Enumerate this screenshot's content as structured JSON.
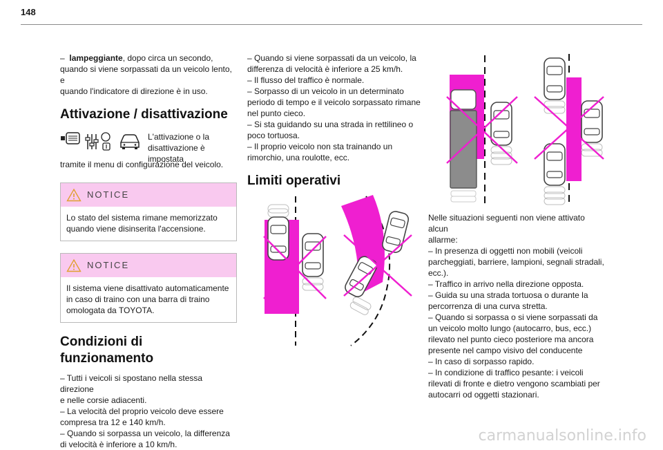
{
  "page": {
    "number": "148",
    "watermark": "carmanualsonline.info"
  },
  "col1": {
    "intro_dash": "–",
    "intro_bold": "lampeggiante",
    "intro_rest": ", dopo circa un secondo,",
    "intro_line2": "quando si viene sorpassati da un veicolo lento, e",
    "intro_line3": "quando l'indicatore di direzione è in uso.",
    "activation_title": "Attivazione / disattivazione",
    "activation_side_1": "L'attivazione o la",
    "activation_side_2": "disattivazione è impostata",
    "activation_line3": "tramite il menu di configurazione del veicolo.",
    "notice1_title": "NOTICE",
    "notice1_line1": "Lo stato del sistema rimane memorizzato",
    "notice1_line2": "quando viene disinserita l'accensione.",
    "notice2_title": "NOTICE",
    "notice2_line1": "Il sistema viene disattivato automaticamente",
    "notice2_line2": "in caso di traino con una barra di traino",
    "notice2_line3": "omologata da TOYOTA.",
    "conditions_title_1": "Condizioni di",
    "conditions_title_2": "funzionamento",
    "conditions_lines": [
      "–  Tutti i veicoli si spostano nella stessa direzione",
      "e nelle corsie adiacenti.",
      "–  La velocità del proprio veicolo deve essere",
      "compresa tra 12 e 140 km/h.",
      "–  Quando si sorpassa un veicolo, la differenza",
      "di velocità è inferiore a 10 km/h."
    ]
  },
  "col2": {
    "lines": [
      "–  Quando si viene sorpassati da un veicolo, la",
      "differenza di velocità è inferiore a 25 km/h.",
      "–  Il flusso del traffico è normale.",
      "–  Sorpasso di un veicolo in un determinato",
      "periodo di tempo e il veicolo sorpassato rimane",
      "nel punto cieco.",
      "–  Si sta guidando su una strada in rettilineo o",
      "poco tortuosa.",
      "–  Il proprio veicolo non sta trainando un",
      "rimorchio, una roulotte, ecc."
    ],
    "limits_title": "Limiti operativi"
  },
  "col3": {
    "lines": [
      "Nelle situazioni seguenti non viene attivato alcun",
      "allarme:",
      "–  In presenza di oggetti non mobili (veicoli",
      "parcheggiati, barriere, lampioni, segnali stradali,",
      "ecc.).",
      "–  Traffico in arrivo nella direzione opposta.",
      "–  Guida su una strada tortuosa o durante la",
      "percorrenza di una curva stretta.",
      "–  Quando si sorpassa o si viene sorpassati da",
      "un veicolo molto lungo (autocarro, bus, ecc.)",
      "rilevato nel punto cieco posteriore ma ancora",
      "presente nel campo visivo del conducente",
      "–  In caso di sorpasso rapido.",
      "–  In condizione di traffico pesante: i veicoli",
      "rilevati di fronte e dietro vengono scambiati per",
      "autocarri od oggetti stazionari."
    ]
  },
  "colors": {
    "magenta": "#ef1fd0",
    "notice_bg": "#f9c9ef",
    "rule": "#8a8a8a"
  },
  "icons": [
    "camera-button-icon",
    "settings-menu-icon",
    "vehicle-icon",
    "warning-triangle-icon"
  ]
}
